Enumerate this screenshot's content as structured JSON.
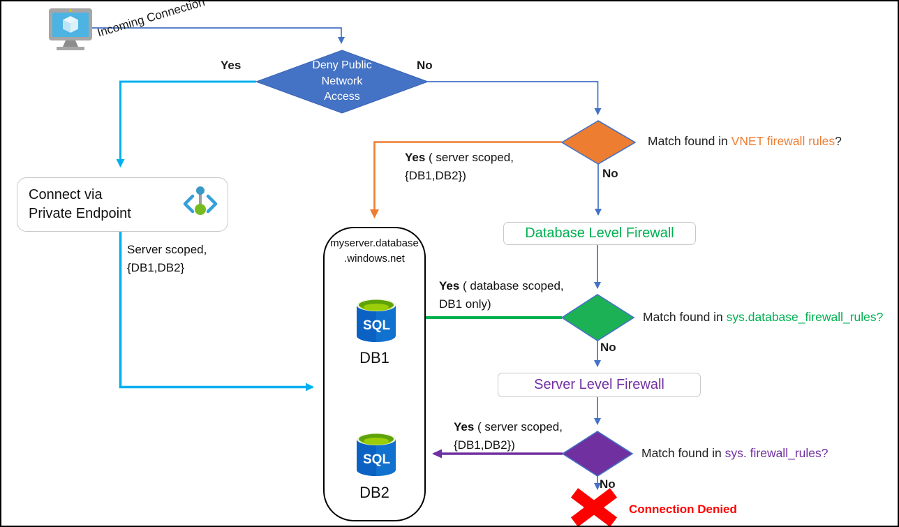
{
  "colors": {
    "connector_blue": "#4472C4",
    "cyan": "#00B0F0",
    "orange": "#ED7D31",
    "green_fill": "#1DB155",
    "green_text": "#00B050",
    "purple": "#7030A0",
    "red": "#FF0000"
  },
  "nodes": {
    "incoming_label": "Incoming Connection",
    "deny_diamond": "Deny Public\nNetwork\nAccess",
    "connect_box": "Connect via\nPrivate Endpoint",
    "database_level_firewall": "Database Level Firewall",
    "server_level_firewall": "Server Level Firewall",
    "server_container_title": "myserver.database\n.windows.net",
    "sql_icon_text": "SQL",
    "db1_label": "DB1",
    "db2_label": "DB2",
    "connection_denied": "Connection Denied"
  },
  "branches": {
    "deny_yes": "Yes",
    "deny_no": "No",
    "vnet_yes_bold": "Yes",
    "vnet_yes_rest": " ( server scoped,\n{DB1,DB2})",
    "vnet_no": "No",
    "db_yes_bold": "Yes",
    "db_yes_rest": " ( database scoped,\nDB1 only)",
    "db_no": "No",
    "srv_yes_bold": "Yes",
    "srv_yes_rest": " ( server scoped,\n{DB1,DB2})",
    "srv_no": "No",
    "private_scope": "Server scoped,\n{DB1,DB2}"
  },
  "questions": {
    "vnet_prefix": "Match found in ",
    "vnet_highlight": "VNET firewall rules",
    "vnet_suffix": "?",
    "db_prefix": "Match found in ",
    "db_highlight": "sys.database_firewall_rules?",
    "srv_prefix": "Match found in ",
    "srv_highlight": "sys. firewall_rules?"
  }
}
